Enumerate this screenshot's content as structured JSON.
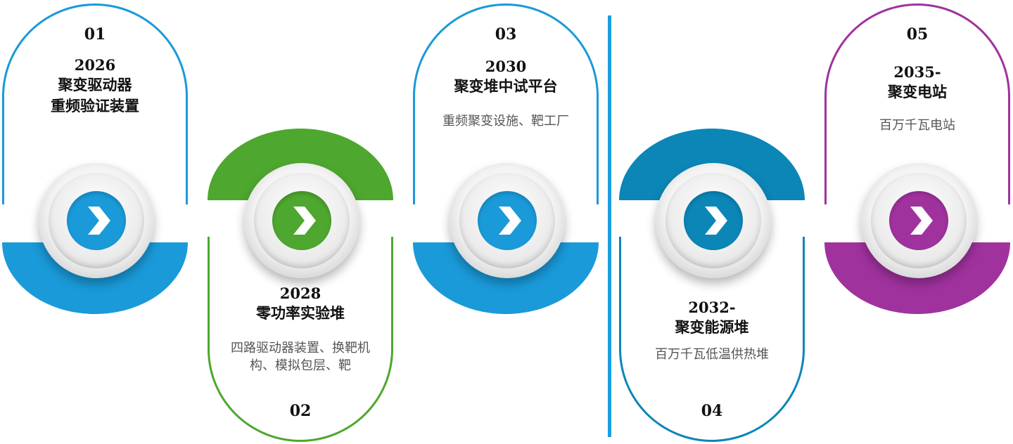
{
  "colors": {
    "blue": "#1a9ad9",
    "green": "#4ea72e",
    "teal": "#0b86b7",
    "purple": "#a0329e",
    "divider": "#1c9ee0"
  },
  "icons": {
    "arrow": "chevron-right-icon"
  },
  "steps": [
    {
      "num": "01",
      "year": "2026",
      "title": [
        "聚变驱动器",
        "重频验证装置"
      ],
      "desc": "",
      "color": "#1a9ad9",
      "orientation": "top"
    },
    {
      "num": "02",
      "year": "2028",
      "title": [
        "零功率实验堆"
      ],
      "desc": "四路驱动器装置、换靶机构、模拟包层、靶",
      "color": "#4ea72e",
      "orientation": "bottom"
    },
    {
      "num": "03",
      "year": "2030",
      "title": [
        "聚变堆中试平台"
      ],
      "desc": "重频聚变设施、靶工厂",
      "color": "#1a9ad9",
      "orientation": "top"
    },
    {
      "num": "04",
      "year": "2032-",
      "title": [
        "聚变能源堆"
      ],
      "desc": "百万千瓦低温供热堆",
      "color": "#0b86b7",
      "orientation": "bottom"
    },
    {
      "num": "05",
      "year": "2035-",
      "title": [
        "聚变电站"
      ],
      "desc": "百万千瓦电站",
      "color": "#a0329e",
      "orientation": "top"
    }
  ]
}
